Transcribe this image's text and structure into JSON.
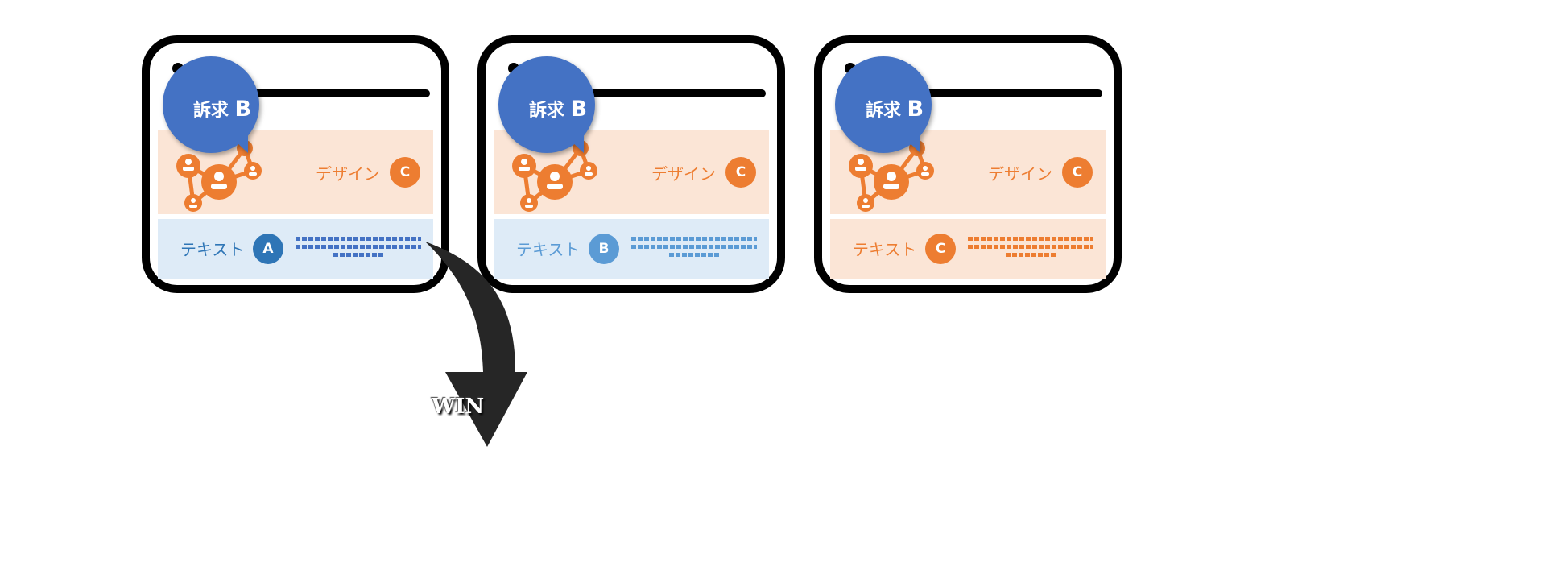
{
  "cards": [
    {
      "bubble": "訴求",
      "bubble_letter": "B",
      "design_label": "デザイン",
      "design_grade": "C",
      "text_label": "テキスト",
      "text_grade": "A",
      "text_color": "#2e75b6",
      "text_bg": "#deebf7",
      "badge_color": "#2e75b6",
      "dash_color": "#4472c4"
    },
    {
      "bubble": "訴求",
      "bubble_letter": "B",
      "design_label": "デザイン",
      "design_grade": "C",
      "text_label": "テキスト",
      "text_grade": "B",
      "text_color": "#5b9bd5",
      "text_bg": "#deebf7",
      "badge_color": "#5b9bd5",
      "dash_color": "#5b9bd5"
    },
    {
      "bubble": "訴求",
      "bubble_letter": "B",
      "design_label": "デザイン",
      "design_grade": "C",
      "text_label": "テキスト",
      "text_grade": "C",
      "text_color": "#ed7d31",
      "text_bg": "#fbe5d6",
      "badge_color": "#ed7d31",
      "dash_color": "#ed7d31"
    }
  ],
  "arrow_label": "WIN",
  "colors": {
    "bubble": "#4472c4",
    "orange": "#ed7d31",
    "design_bg": "#fbe5d6"
  }
}
